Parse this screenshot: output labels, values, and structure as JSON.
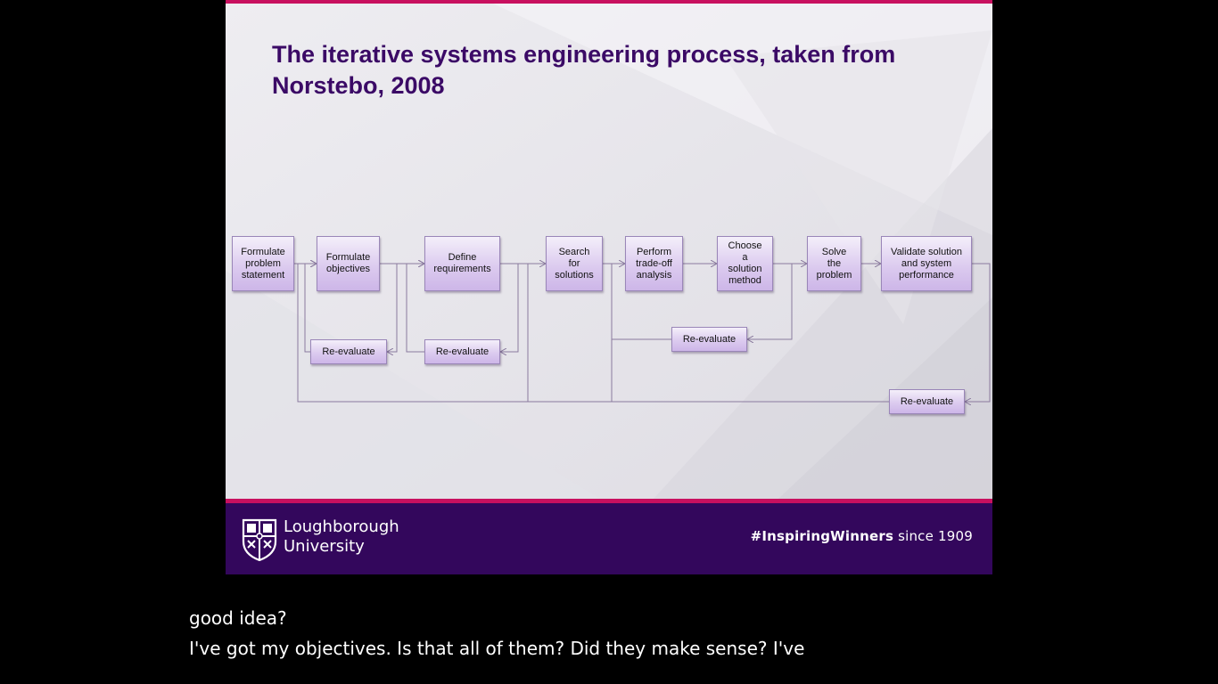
{
  "slide": {
    "title": "The iterative systems engineering process, taken from Norstebo, 2008",
    "process_steps": [
      "Formulate\nproblem\nstatement",
      "Formulate\nobjectives",
      "Define\nrequirements",
      "Search\nfor\nsolutions",
      "Perform\ntrade-off\nanalysis",
      "Choose\na\nsolution\nmethod",
      "Solve\nthe\nproblem",
      "Validate solution\nand system\nperformance"
    ],
    "feedback_labels": [
      "Re-evaluate",
      "Re-evaluate",
      "Re-evaluate",
      "Re-evaluate"
    ],
    "colors": {
      "title": "#3b0a66",
      "accent": "#c8105f",
      "footer": "#33075c",
      "box_fill": "#dccbef",
      "connector": "#8a7a9e"
    }
  },
  "footer": {
    "university_name_line1": "Loughborough",
    "university_name_line2": "University",
    "tagline_hash": "#InspiringWinners",
    "tagline_rest": " since 1909"
  },
  "captions": {
    "line1": "good idea?",
    "line2": "I've got my objectives. Is that all of them? Did they make sense? I've"
  }
}
